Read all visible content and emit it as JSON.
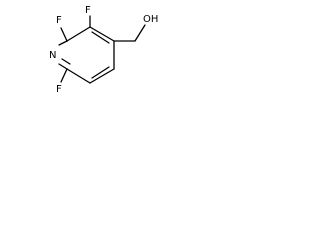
{
  "molecule": {
    "atoms": {
      "n1": "N",
      "f2": "F",
      "f3": "F",
      "f6": "F",
      "oh": "OH"
    }
  }
}
